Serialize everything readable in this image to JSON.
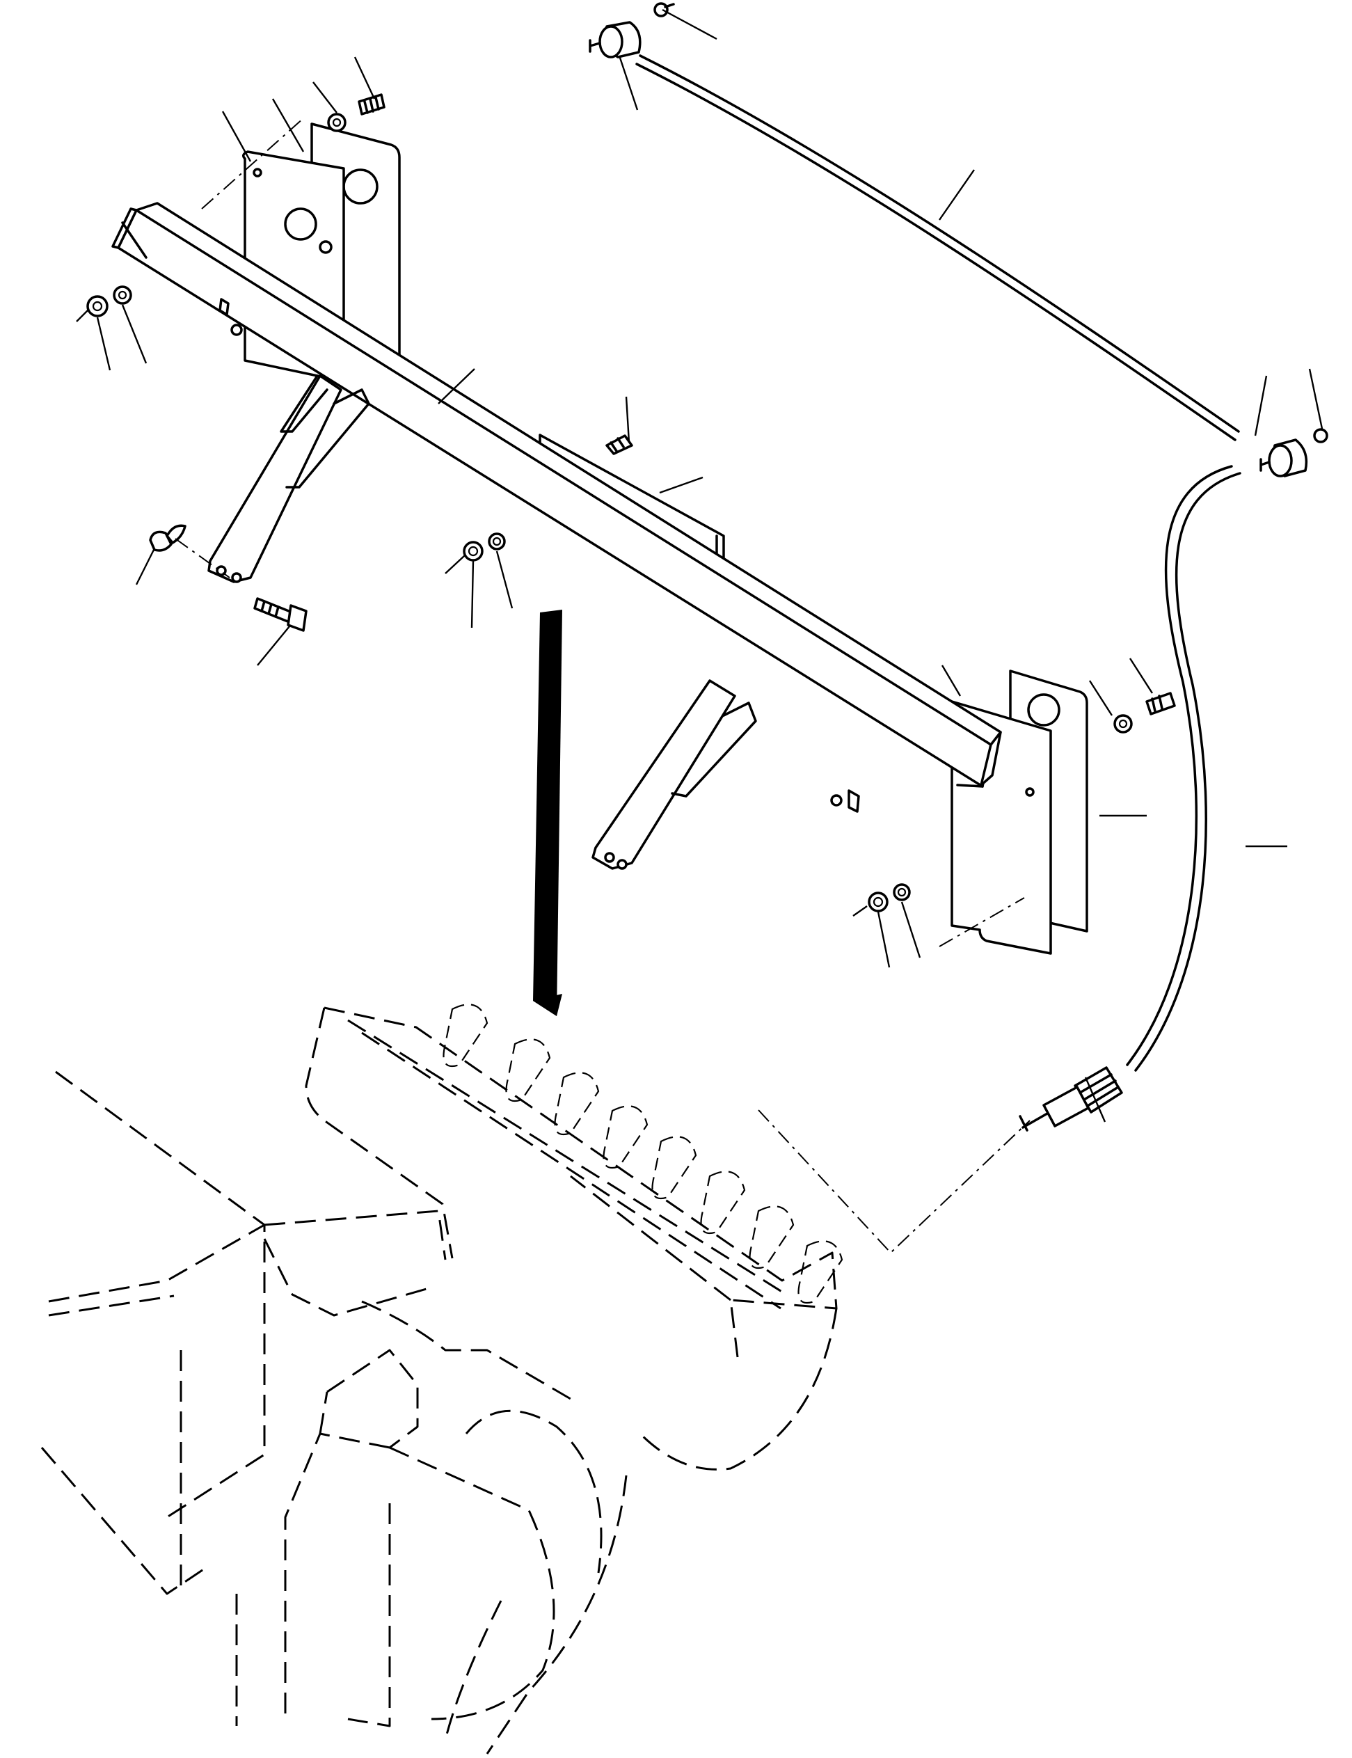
{
  "figure": {
    "type": "exploded-parts-diagram",
    "view": "isometric",
    "part_numbers_visible": false
  },
  "parts": [
    {
      "name": "cross-bar"
    },
    {
      "name": "mounting-plate-left-front"
    },
    {
      "name": "mounting-plate-left-rear"
    },
    {
      "name": "mounting-plate-right-front"
    },
    {
      "name": "mounting-plate-right-rear"
    },
    {
      "name": "center-plate"
    },
    {
      "name": "cable-upper"
    },
    {
      "name": "cable-lower"
    },
    {
      "name": "connector-top"
    },
    {
      "name": "connector-right"
    },
    {
      "name": "plug-bottom"
    },
    {
      "name": "wing-nut"
    },
    {
      "name": "bolt"
    },
    {
      "name": "bucket-teeth"
    }
  ],
  "colors": {
    "ink": "#000000",
    "paper": "#ffffff"
  }
}
